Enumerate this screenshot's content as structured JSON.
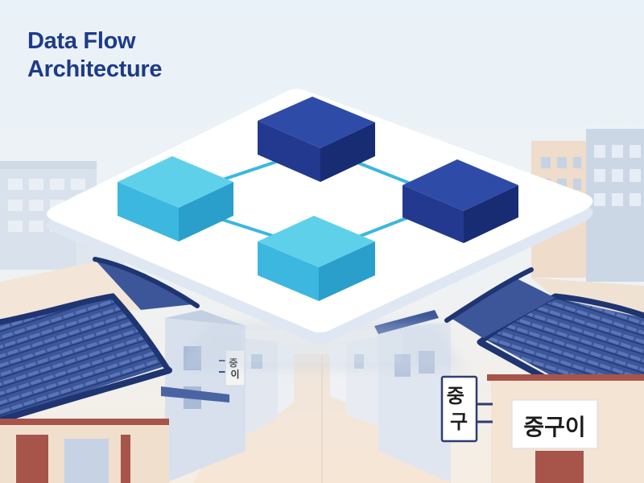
{
  "title": {
    "line1": "Data Flow",
    "line2": "Architecture"
  },
  "signs": {
    "small_left": "중\n이",
    "right_vertical": "중\n구",
    "right_horizontal": "중구이"
  },
  "colors": {
    "title": "#1e3a8a",
    "sky_top": "#eaf2f8",
    "sky_bottom": "#f5eee6",
    "platform": "#ffffff",
    "node_light_top": "#5fd0ea",
    "node_light_front": "#3bb7e0",
    "node_light_side": "#2a9fcc",
    "node_dark_top": "#2f4ba8",
    "node_dark_front": "#22398f",
    "node_dark_side": "#182c74",
    "connector": "#3bb7e0",
    "roof_tiles": "#3c5699",
    "roof_dark": "#233a78"
  },
  "nodes": [
    {
      "name": "node-top-dark",
      "tone": "dark"
    },
    {
      "name": "node-left-light",
      "tone": "light"
    },
    {
      "name": "node-right-dark",
      "tone": "dark"
    },
    {
      "name": "node-bottom-light",
      "tone": "light"
    }
  ]
}
